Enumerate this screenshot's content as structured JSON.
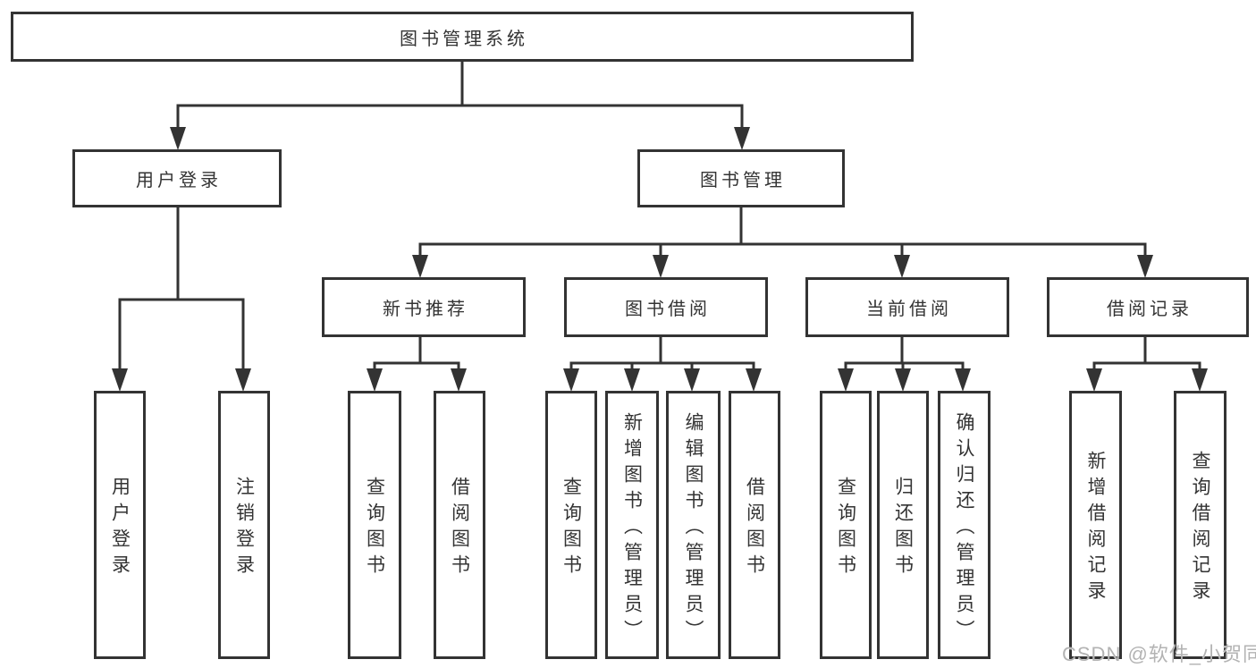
{
  "tree": {
    "root": {
      "label": "图书管理系统"
    },
    "level2": [
      {
        "label": "用户登录",
        "children": [
          {
            "label": "用户登录"
          },
          {
            "label": "注销登录"
          }
        ]
      },
      {
        "label": "图书管理",
        "children": [
          {
            "label": "新书推荐",
            "children": [
              {
                "label": "查询图书"
              },
              {
                "label": "借阅图书"
              }
            ]
          },
          {
            "label": "图书借阅",
            "children": [
              {
                "label": "查询图书"
              },
              {
                "label": "新增图书（管理员）"
              },
              {
                "label": "编辑图书（管理员）"
              },
              {
                "label": "借阅图书"
              }
            ]
          },
          {
            "label": "当前借阅",
            "children": [
              {
                "label": "查询图书"
              },
              {
                "label": "归还图书"
              },
              {
                "label": "确认归还（管理员）"
              }
            ]
          },
          {
            "label": "借阅记录",
            "children": [
              {
                "label": "新增借阅记录"
              },
              {
                "label": "查询借阅记录"
              }
            ]
          }
        ]
      }
    ]
  },
  "watermark": {
    "text": "CSDN @软件_小贺同学"
  },
  "colors": {
    "line": "#333333",
    "border": "#333333",
    "text": "#333333",
    "watermark": "#b3b3b3",
    "background": "#ffffff"
  }
}
